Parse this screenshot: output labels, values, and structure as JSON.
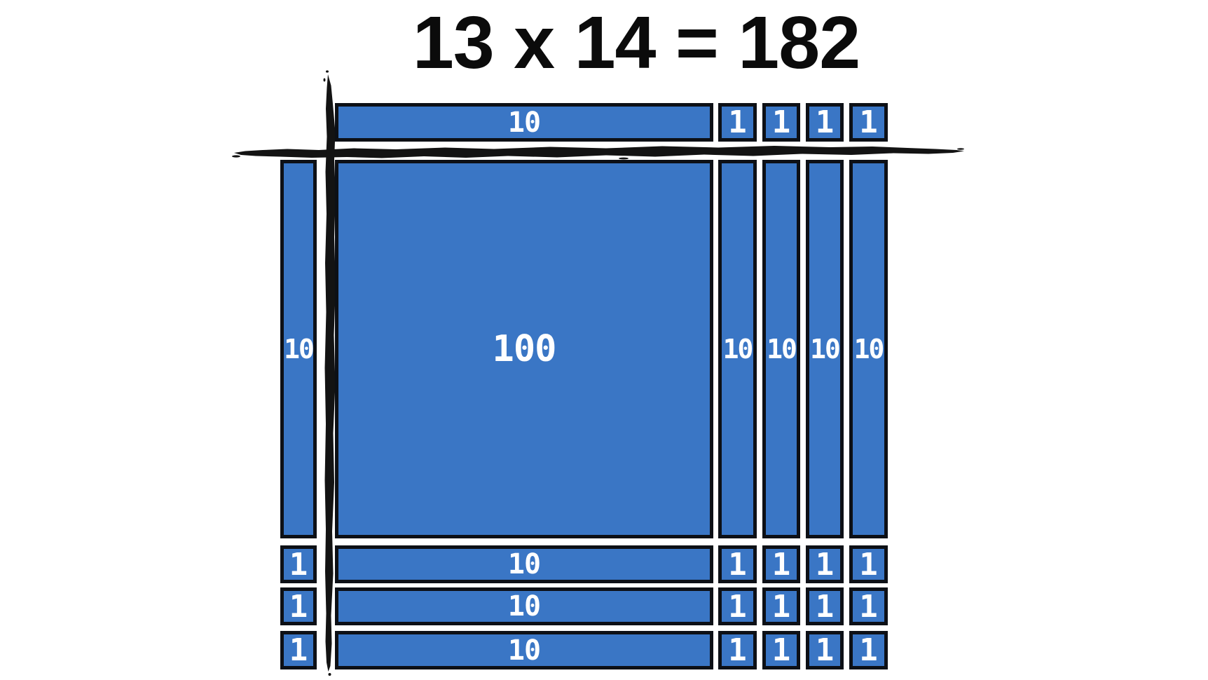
{
  "title": "13 x 14 = 182",
  "colors": {
    "background": "#ffffff",
    "block_fill": "#3a76c5",
    "block_border": "#0d1016",
    "label_color": "#ffffff",
    "title_color": "#0b0b0b",
    "axis_line_color": "#131313"
  },
  "area_model": {
    "top_header": {
      "ten": "10",
      "ones": [
        "1",
        "1",
        "1",
        "1"
      ]
    },
    "left_header": {
      "ten": "10",
      "ones": [
        "1",
        "1",
        "1"
      ]
    },
    "body": {
      "hundred": "100",
      "column_tens": [
        "10",
        "10",
        "10",
        "10"
      ],
      "row_tens": [
        "10",
        "10",
        "10"
      ],
      "units": [
        [
          "1",
          "1",
          "1",
          "1"
        ],
        [
          "1",
          "1",
          "1",
          "1"
        ],
        [
          "1",
          "1",
          "1",
          "1"
        ]
      ]
    }
  }
}
